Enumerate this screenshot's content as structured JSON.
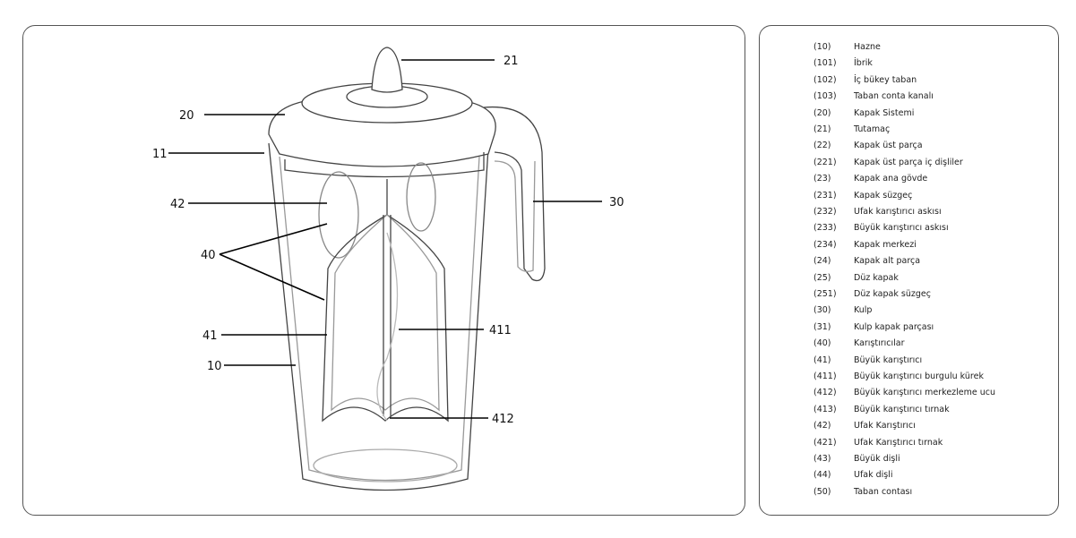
{
  "figure": {
    "labels": [
      {
        "id": "21"
      },
      {
        "id": "20"
      },
      {
        "id": "11"
      },
      {
        "id": "42"
      },
      {
        "id": "40"
      },
      {
        "id": "30"
      },
      {
        "id": "41"
      },
      {
        "id": "411"
      },
      {
        "id": "10"
      },
      {
        "id": "412"
      }
    ]
  },
  "legend": {
    "items": [
      {
        "num": "(10)",
        "text": "Hazne"
      },
      {
        "num": "(101)",
        "text": "İbrik"
      },
      {
        "num": "(102)",
        "text": "İç bükey taban"
      },
      {
        "num": "(103)",
        "text": "Taban conta kanalı"
      },
      {
        "num": "(20)",
        "text": "Kapak Sistemi"
      },
      {
        "num": "(21)",
        "text": "Tutamaç"
      },
      {
        "num": "(22)",
        "text": "Kapak üst parça"
      },
      {
        "num": "(221)",
        "text": "Kapak üst parça iç dişliler"
      },
      {
        "num": "(23)",
        "text": "Kapak ana gövde"
      },
      {
        "num": "(231)",
        "text": "Kapak süzgeç"
      },
      {
        "num": "(232)",
        "text": "Ufak karıştırıcı askısı"
      },
      {
        "num": "(233)",
        "text": "Büyük karıştırıcı askısı"
      },
      {
        "num": "(234)",
        "text": "Kapak merkezi"
      },
      {
        "num": "(24)",
        "text": "Kapak alt parça"
      },
      {
        "num": "(25)",
        "text": "Düz kapak"
      },
      {
        "num": "(251)",
        "text": "Düz kapak süzgeç"
      },
      {
        "num": "(30)",
        "text": "Kulp"
      },
      {
        "num": "(31)",
        "text": "Kulp kapak parçası"
      },
      {
        "num": "(40)",
        "text": "Karıştırıcılar"
      },
      {
        "num": "(41)",
        "text": "Büyük karıştırıcı"
      },
      {
        "num": "(411)",
        "text": "Büyük karıştırıcı burgulu kürek"
      },
      {
        "num": "(412)",
        "text": "Büyük karıştırıcı merkezleme ucu"
      },
      {
        "num": "(413)",
        "text": "Büyük karıştırıcı tırnak"
      },
      {
        "num": "(42)",
        "text": "Ufak Karıştırıcı"
      },
      {
        "num": "(421)",
        "text": "Ufak Karıştırıcı tırnak"
      },
      {
        "num": "(43)",
        "text": "Büyük dişli"
      },
      {
        "num": "(44)",
        "text": "Ufak dişli"
      },
      {
        "num": "(50)",
        "text": "Taban contası"
      }
    ]
  }
}
